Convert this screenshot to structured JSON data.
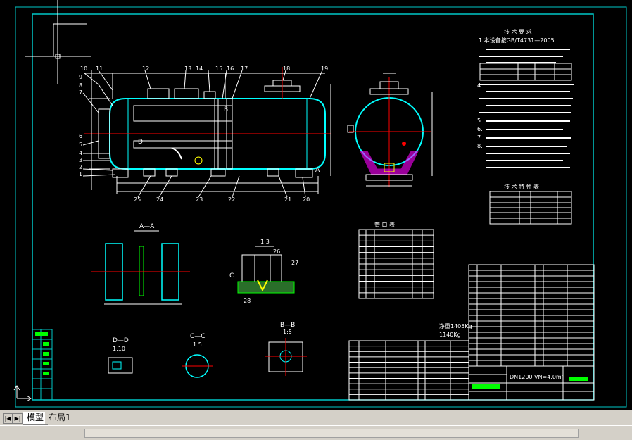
{
  "tabs": [
    {
      "label": "模型",
      "active": true
    },
    {
      "label": "布局1",
      "active": false
    }
  ],
  "nav": {
    "first": "|◀",
    "next": "▶|"
  },
  "drawing": {
    "balloons": [
      "10",
      "11",
      "12",
      "13",
      "14",
      "15",
      "16",
      "17",
      "18",
      "19",
      "20",
      "21",
      "22",
      "23",
      "24",
      "25",
      "26",
      "27",
      "28",
      "1",
      "2",
      "3",
      "4",
      "5",
      "6",
      "7",
      "8",
      "9"
    ],
    "section_aa": "A—A",
    "section_dd": "D—D",
    "section_cc": "C—C",
    "section_bb": "B—B",
    "scale_13": "1:3",
    "scale_110": "1:10",
    "scale_15a": "1:5",
    "scale_15b": "1:5",
    "label_c": "C",
    "label_b": "B",
    "label_d": "D",
    "label_a": "A",
    "weight1": "净重1405Kg",
    "weight2": "1140Kg",
    "title_text": "DN1200 VN=4.0m³",
    "notes_heading": "技 术 要 求",
    "note1": "1.本设备按GB/T4731—2005",
    "note4": "4.",
    "note5": "5.",
    "note6": "6.",
    "note7": "7.",
    "note8": "8.",
    "spec_heading": "技 术 特 性 表",
    "nozzle_heading": "管 口 表"
  },
  "colors": {
    "frame": "#00c8c8",
    "geometry": "#ffffff",
    "centerline": "#ff0000",
    "dim": "#00ffff",
    "balloon": "#00ff00",
    "magenta": "#ff00ff",
    "yellow": "#ffff00"
  }
}
